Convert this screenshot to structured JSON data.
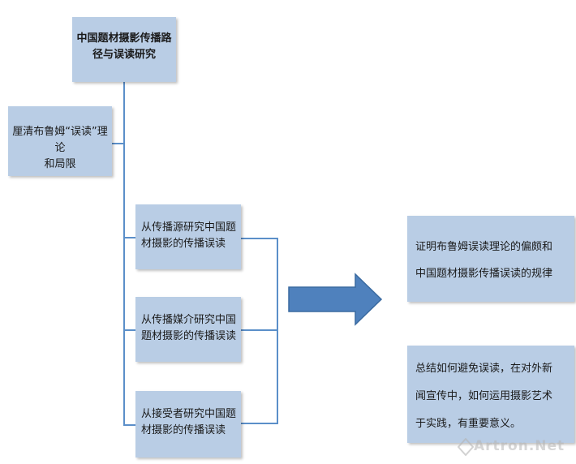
{
  "root": {
    "lines": [
      "中国题材摄影传播路",
      "径与误读研究"
    ]
  },
  "left_box": {
    "lines": [
      "厘清布鲁姆“误读”理论",
      "和局限"
    ]
  },
  "mid_boxes": [
    {
      "lines": [
        "从传播源研究中国题",
        "材摄影的传播误读"
      ]
    },
    {
      "lines": [
        "从传播媒介研究中国",
        "题材摄影的传播误读"
      ]
    },
    {
      "lines": [
        "从接受者研究中国题",
        "材摄影的传播误读"
      ]
    }
  ],
  "right_boxes": [
    {
      "lines": [
        "证明布鲁姆误读理论的偏颇和",
        "中国题材摄影传播误读的规律"
      ]
    },
    {
      "lines": [
        "总结如何避免误读，在对外新",
        "闻宣传中，如何运用摄影艺术",
        "于实践，有重要意义。"
      ]
    }
  ],
  "watermark": {
    "text": "Artron.Net",
    "icon": "diamond-logo-icon"
  },
  "colors": {
    "box_fill": "#b9cde5",
    "connector": "#5b8fc9",
    "arrow_fill": "#4f81bd"
  }
}
